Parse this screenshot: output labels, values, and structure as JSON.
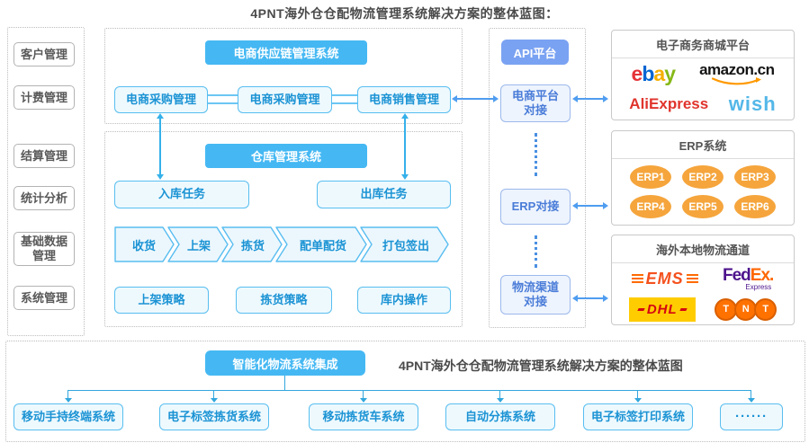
{
  "title": "4PNT海外仓仓配物流管理系统解决方案的整体蓝图：",
  "colors": {
    "sky_blue_header": "#45b8f3",
    "periwinkle_api": "#7aa2f2",
    "light_box_bg": "#eef9fe",
    "light_box_border": "#58bef0",
    "light_box_text": "#1b93d4",
    "api_box_text": "#4a7cd8",
    "erp_orange": "#f5a53c",
    "arrow_blue": "#4f9df0",
    "tree_line": "#33a7dd",
    "gray_text": "#555555"
  },
  "sidebar": {
    "items": [
      "客户管理",
      "计费管理",
      "结算管理",
      "统计分析",
      "基础数据管理",
      "系统管理"
    ]
  },
  "scm": {
    "header": "电商供应链管理系统",
    "modules": [
      "电商采购管理",
      "电商采购管理",
      "电商销售管理"
    ]
  },
  "wms": {
    "header": "仓库管理系统",
    "inbound_task": "入库任务",
    "outbound_task": "出库任务",
    "flow": [
      "收货",
      "上架",
      "拣货",
      "配单配货",
      "打包签出"
    ],
    "strategies": [
      "上架策略",
      "拣货策略",
      "库内操作"
    ]
  },
  "api": {
    "header": "API平台",
    "nodes": [
      "电商平台对接",
      "ERP对接",
      "物流渠道对接"
    ]
  },
  "ecommerce_panel": {
    "title": "电子商务商城平台",
    "brands": {
      "ebay": [
        "e",
        "b",
        "a",
        "y"
      ],
      "amazon": "amazon.cn",
      "aliexpress": "AliExpress",
      "wish": "wish"
    }
  },
  "erp_panel": {
    "title": "ERP系统",
    "items": [
      "ERP1",
      "ERP2",
      "ERP3",
      "ERP4",
      "ERP5",
      "ERP6"
    ]
  },
  "logistics_panel": {
    "title": "海外本地物流通道",
    "brands": {
      "ems": "EMS",
      "fedex_fed": "Fed",
      "fedex_ex": "Ex",
      "fedex_dot": ".",
      "fedex_sub": "Express",
      "dhl": "DHL",
      "tnt": [
        "T",
        "N",
        "T"
      ]
    }
  },
  "integration": {
    "header": "智能化物流系统集成",
    "caption": "4PNT海外仓仓配物流管理系统解决方案的整体蓝图",
    "systems": [
      "移动手持终端系统",
      "电子标签拣货系统",
      "移动拣货车系统",
      "自动分拣系统",
      "电子标签打印系统",
      "······"
    ]
  }
}
